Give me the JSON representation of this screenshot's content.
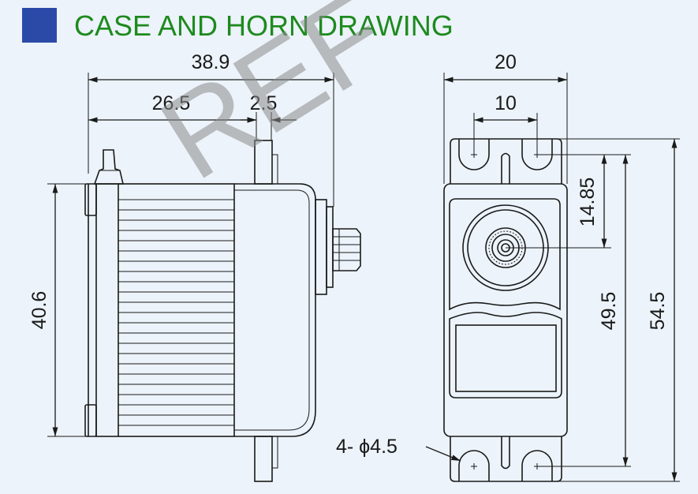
{
  "header": {
    "title": "CASE AND HORN DRAWING",
    "accent_color": "#2b4aa8",
    "title_color": "#1e8a1e"
  },
  "watermark": {
    "text": "REF"
  },
  "dimensions": {
    "overall_length": "38.9",
    "body_length": "26.5",
    "horn_offset": "2.5",
    "overall_height": "40.6",
    "overall_width": "20",
    "hole_spacing": "10",
    "shaft_offset": "14.85",
    "body_span": "49.5",
    "overall_span": "54.5",
    "hole_spec": "4- ϕ4.5"
  }
}
